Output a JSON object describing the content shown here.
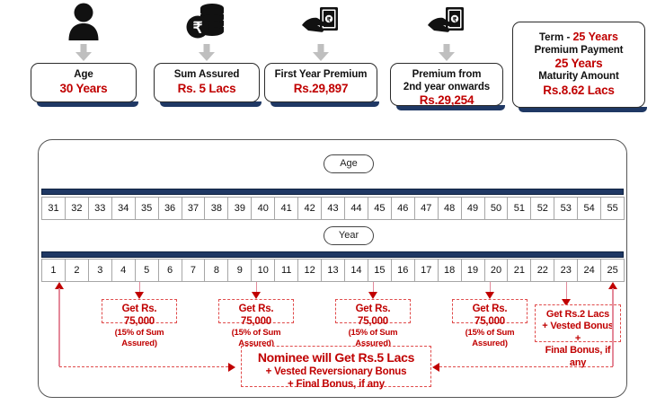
{
  "summary_cards": [
    {
      "icon": "person-icon",
      "label": "Age",
      "value": "30 Years"
    },
    {
      "icon": "coins-rupee-icon",
      "label": "Sum Assured",
      "value": "Rs. 5 Lacs"
    },
    {
      "icon": "hand-cash-icon",
      "label": "First Year Premium",
      "value": "Rs.29,897"
    },
    {
      "icon": "hand-cash-icon",
      "label": "Premium from",
      "label2": "2nd year onwards",
      "value": "Rs.29,254"
    }
  ],
  "terms_card": {
    "term_label": "Term  - ",
    "term_value": "25 Years",
    "premium_payment_label": "Premium Payment",
    "premium_payment_value": "25 Years",
    "maturity_label": "Maturity Amount",
    "maturity_value": "Rs.8.62 Lacs"
  },
  "timeline": {
    "age_pill": "Age",
    "year_pill": "Year",
    "age_values": [
      "31",
      "32",
      "33",
      "34",
      "35",
      "36",
      "37",
      "38",
      "39",
      "40",
      "41",
      "42",
      "43",
      "44",
      "45",
      "46",
      "47",
      "48",
      "49",
      "50",
      "51",
      "52",
      "53",
      "54",
      "55"
    ],
    "year_values": [
      "1",
      "2",
      "3",
      "4",
      "5",
      "6",
      "7",
      "8",
      "9",
      "10",
      "11",
      "12",
      "13",
      "14",
      "15",
      "16",
      "17",
      "18",
      "19",
      "20",
      "21",
      "22",
      "23",
      "24",
      "25"
    ]
  },
  "payouts": [
    {
      "year": 5,
      "amount": "Get Rs. 75,000",
      "note": "(15% of Sum Assured)"
    },
    {
      "year": 10,
      "amount": "Get Rs. 75,000",
      "note": "(15% of Sum Assured)"
    },
    {
      "year": 15,
      "amount": "Get Rs. 75,000",
      "note": "(15% of Sum Assured)"
    },
    {
      "year": 20,
      "amount": "Get Rs. 75,000",
      "note": "(15% of Sum Assured)"
    }
  ],
  "maturity_callout": {
    "line1": "Get Rs.2 Lacs",
    "line2": "+ Vested Bonus +",
    "line3": "Final Bonus, if any"
  },
  "nominee_callout": {
    "line1": "Nominee will Get Rs.5 Lacs",
    "line2": "+ Vested Reversionary Bonus",
    "line3": "+ Final Bonus, if any"
  },
  "colors": {
    "accent_red": "#C00000",
    "navy": "#1F3864",
    "dashed_red": "#E04B4B",
    "pink_line": "#E4899A"
  }
}
